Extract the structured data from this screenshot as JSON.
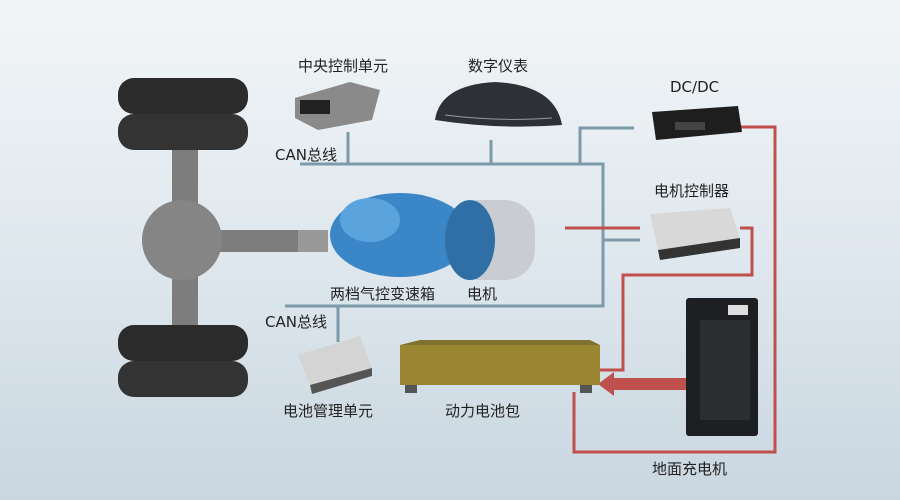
{
  "labels": {
    "central_control_unit": "中央控制单元",
    "digital_dashboard": "数字仪表",
    "dcdc": "DC/DC",
    "can_bus_top": "CAN总线",
    "motor_controller": "电机控制器",
    "gearbox": "两档气控变速箱",
    "motor": "电机",
    "can_bus_bottom": "CAN总线",
    "bms": "电池管理单元",
    "battery_pack": "动力电池包",
    "ground_charger": "地面充电机"
  },
  "colors": {
    "can_line": "#7c9aaa",
    "power_line": "#c0504d",
    "tire": "#2a2a2a",
    "axle": "#808080",
    "battery": "#9a8530",
    "transmission": "#3b86c6"
  }
}
